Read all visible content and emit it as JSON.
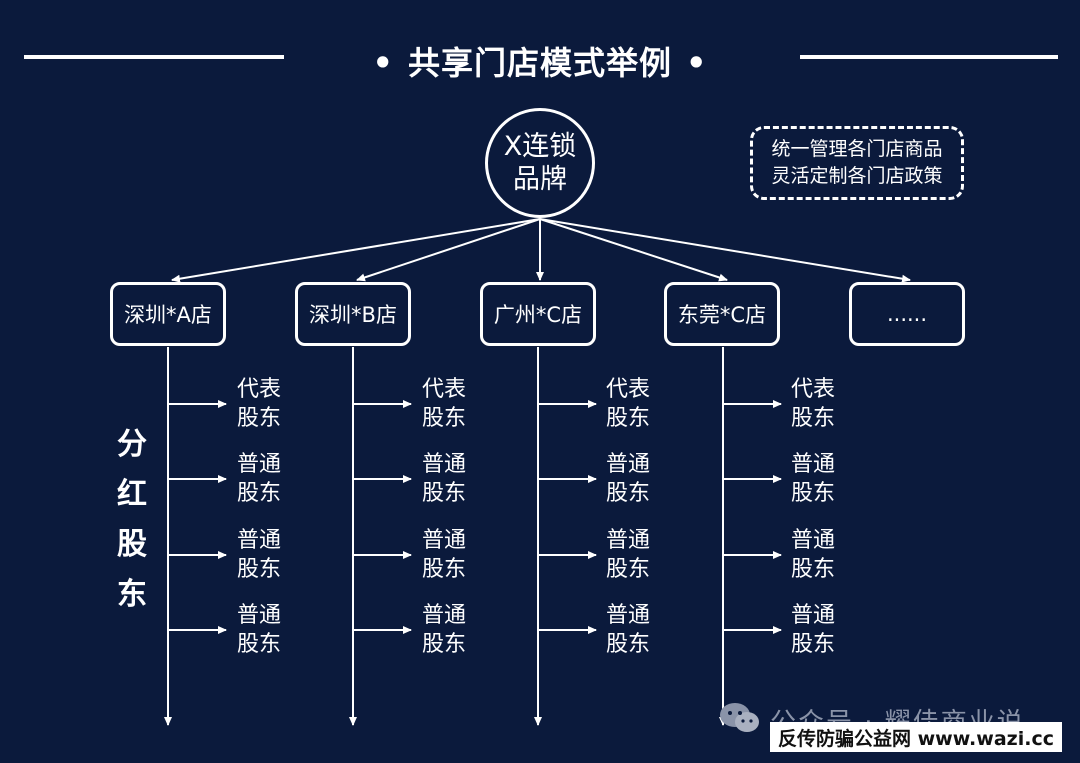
{
  "title": {
    "bullet": "•",
    "text": "共享门店模式举例"
  },
  "brand": {
    "line1": "X连锁",
    "line2": "品牌"
  },
  "note": {
    "line1": "统一管理各门店商品",
    "line2": "灵活定制各门店政策"
  },
  "stores": [
    {
      "label": "深圳*A店"
    },
    {
      "label": "深圳*B店"
    },
    {
      "label": "广州*C店"
    },
    {
      "label": "东莞*C店"
    },
    {
      "label": "......"
    }
  ],
  "shareholders": [
    {
      "line1": "代表",
      "line2": "股东"
    },
    {
      "line1": "普通",
      "line2": "股东"
    },
    {
      "line1": "普通",
      "line2": "股东"
    },
    {
      "line1": "普通",
      "line2": "股东"
    }
  ],
  "side_label": [
    "分",
    "红",
    "股",
    "东"
  ],
  "watermark": {
    "line1": "公众号 · 耀佳商业说",
    "line2": "反传防骗公益网 www.wazi.cc"
  },
  "colors": {
    "background": "#0b1a3c",
    "foreground": "#ffffff"
  }
}
